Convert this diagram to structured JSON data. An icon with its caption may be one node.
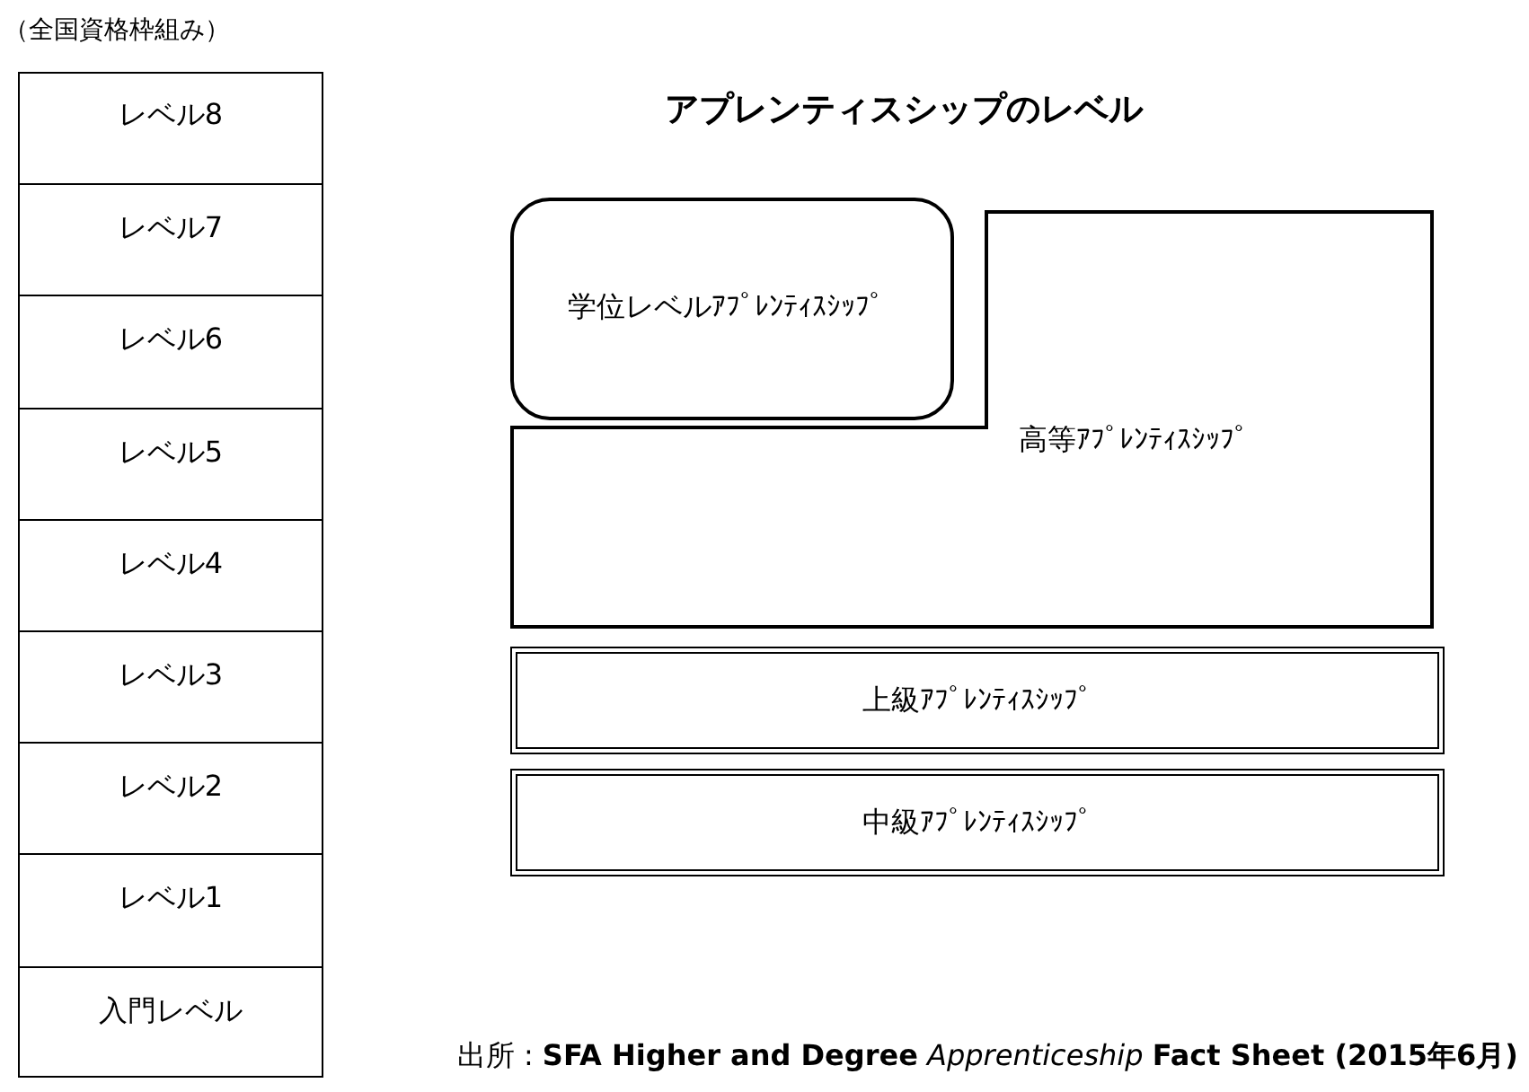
{
  "diagram": {
    "title": "アプレンティスシップのレベル",
    "caption": "出所 : **SFA Higher and Degree** *Apprenticeship* **Fact Sheet (2015年6月)**",
    "nodes": [
      {
        "text": [
          "（全国資格枠組み）"
        ]
      },
      {
        "text": [
          "レベル8"
        ],
        "in": 0
      },
      {
        "text": [
          "レベル7"
        ],
        "in": 0
      },
      {
        "text": [
          "レベル6"
        ],
        "in": 0
      },
      {
        "text": [
          "レベル5"
        ],
        "in": 0
      },
      {
        "text": [
          "レベル4"
        ],
        "in": 0
      },
      {
        "text": [
          "レベル3"
        ],
        "in": 0
      },
      {
        "text": [
          "レベル2"
        ],
        "in": 0
      },
      {
        "text": [
          "レベル1"
        ],
        "in": 0
      },
      {
        "text": [
          "入門レベル"
        ],
        "in": 0
      },
      {
        "text": [
          "学位レベルｱﾌﾟﾚﾝﾃｨｽｼｯﾌﾟ"
        ]
      },
      {
        "text": [
          "高等ｱﾌﾟﾚﾝﾃｨｽｼｯﾌﾟ"
        ]
      },
      {
        "text": [
          "上級ｱﾌﾟﾚﾝﾃｨｽｼｯﾌﾟ"
        ]
      },
      {
        "text": [
          "中級ｱﾌﾟﾚﾝﾃｨｽｼｯﾌﾟ"
        ]
      }
    ]
  }
}
